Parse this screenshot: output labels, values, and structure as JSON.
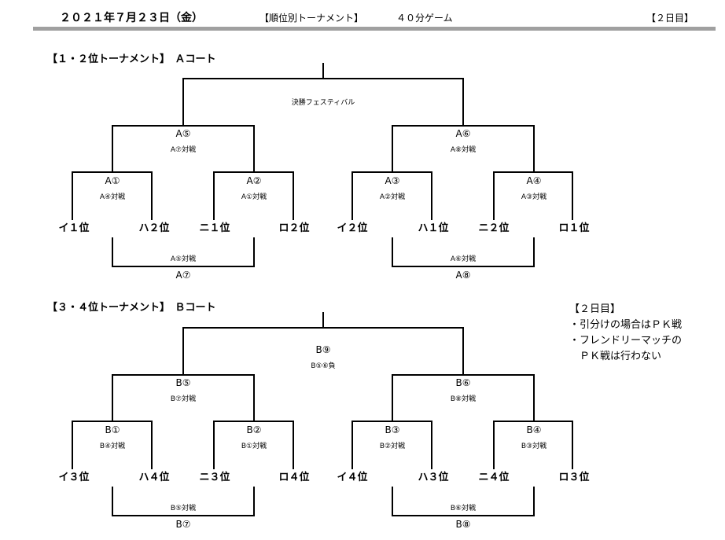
{
  "header": {
    "date": "２０２１年７月２３日（金）",
    "title": "【順位別トーナメント】",
    "game": "４０分ゲーム",
    "day": "【２日目】"
  },
  "sections": [
    {
      "title": "【１・２位トーナメント】　Ａコート",
      "final_note": "決勝フェスティバル",
      "semis": [
        {
          "label": "A⑤",
          "sub": "A⑦対戦"
        },
        {
          "label": "A⑥",
          "sub": "A⑧対戦"
        }
      ],
      "quarters": [
        {
          "label": "A①",
          "sub": "A④対戦"
        },
        {
          "label": "A②",
          "sub": "A①対戦"
        },
        {
          "label": "A③",
          "sub": "A②対戦"
        },
        {
          "label": "A④",
          "sub": "A③対戦"
        }
      ],
      "teams": [
        "イ１位",
        "ハ２位",
        "ニ１位",
        "ロ２位",
        "イ２位",
        "ハ１位",
        "ニ２位",
        "ロ１位"
      ],
      "losers": [
        {
          "sub": "A⑤対戦",
          "label": "A⑦"
        },
        {
          "sub": "A⑥対戦",
          "label": "A⑧"
        }
      ]
    },
    {
      "title": "【３・４位トーナメント】　Ｂコート",
      "final_label": "B⑨",
      "final_sub": "B⑤⑥負",
      "semis": [
        {
          "label": "B⑤",
          "sub": "B⑦対戦"
        },
        {
          "label": "B⑥",
          "sub": "B⑧対戦"
        }
      ],
      "quarters": [
        {
          "label": "B①",
          "sub": "B④対戦"
        },
        {
          "label": "B②",
          "sub": "B①対戦"
        },
        {
          "label": "B③",
          "sub": "B②対戦"
        },
        {
          "label": "B④",
          "sub": "B③対戦"
        }
      ],
      "teams": [
        "イ３位",
        "ハ４位",
        "ニ３位",
        "ロ４位",
        "イ４位",
        "ハ３位",
        "ニ４位",
        "ロ３位"
      ],
      "losers": [
        {
          "sub": "B⑤対戦",
          "label": "B⑦"
        },
        {
          "sub": "B⑥対戦",
          "label": "B⑧"
        }
      ]
    }
  ],
  "notes": {
    "title": "【２日目】",
    "line1": "・引分けの場合はＰＫ戦",
    "line2": "・フレンドリーマッチの",
    "line3": "　ＰＫ戦は行わない"
  }
}
